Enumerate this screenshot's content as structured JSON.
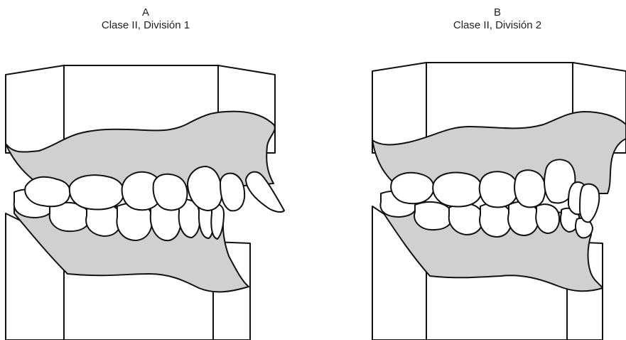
{
  "panels": [
    {
      "letter": "A",
      "label": "Clase II, División 1"
    },
    {
      "letter": "B",
      "label": "Clase II, División 2"
    }
  ],
  "colors": {
    "stroke": "#111111",
    "gum": "#d0d0d0",
    "tooth": "#ffffff",
    "base": "#ffffff"
  }
}
